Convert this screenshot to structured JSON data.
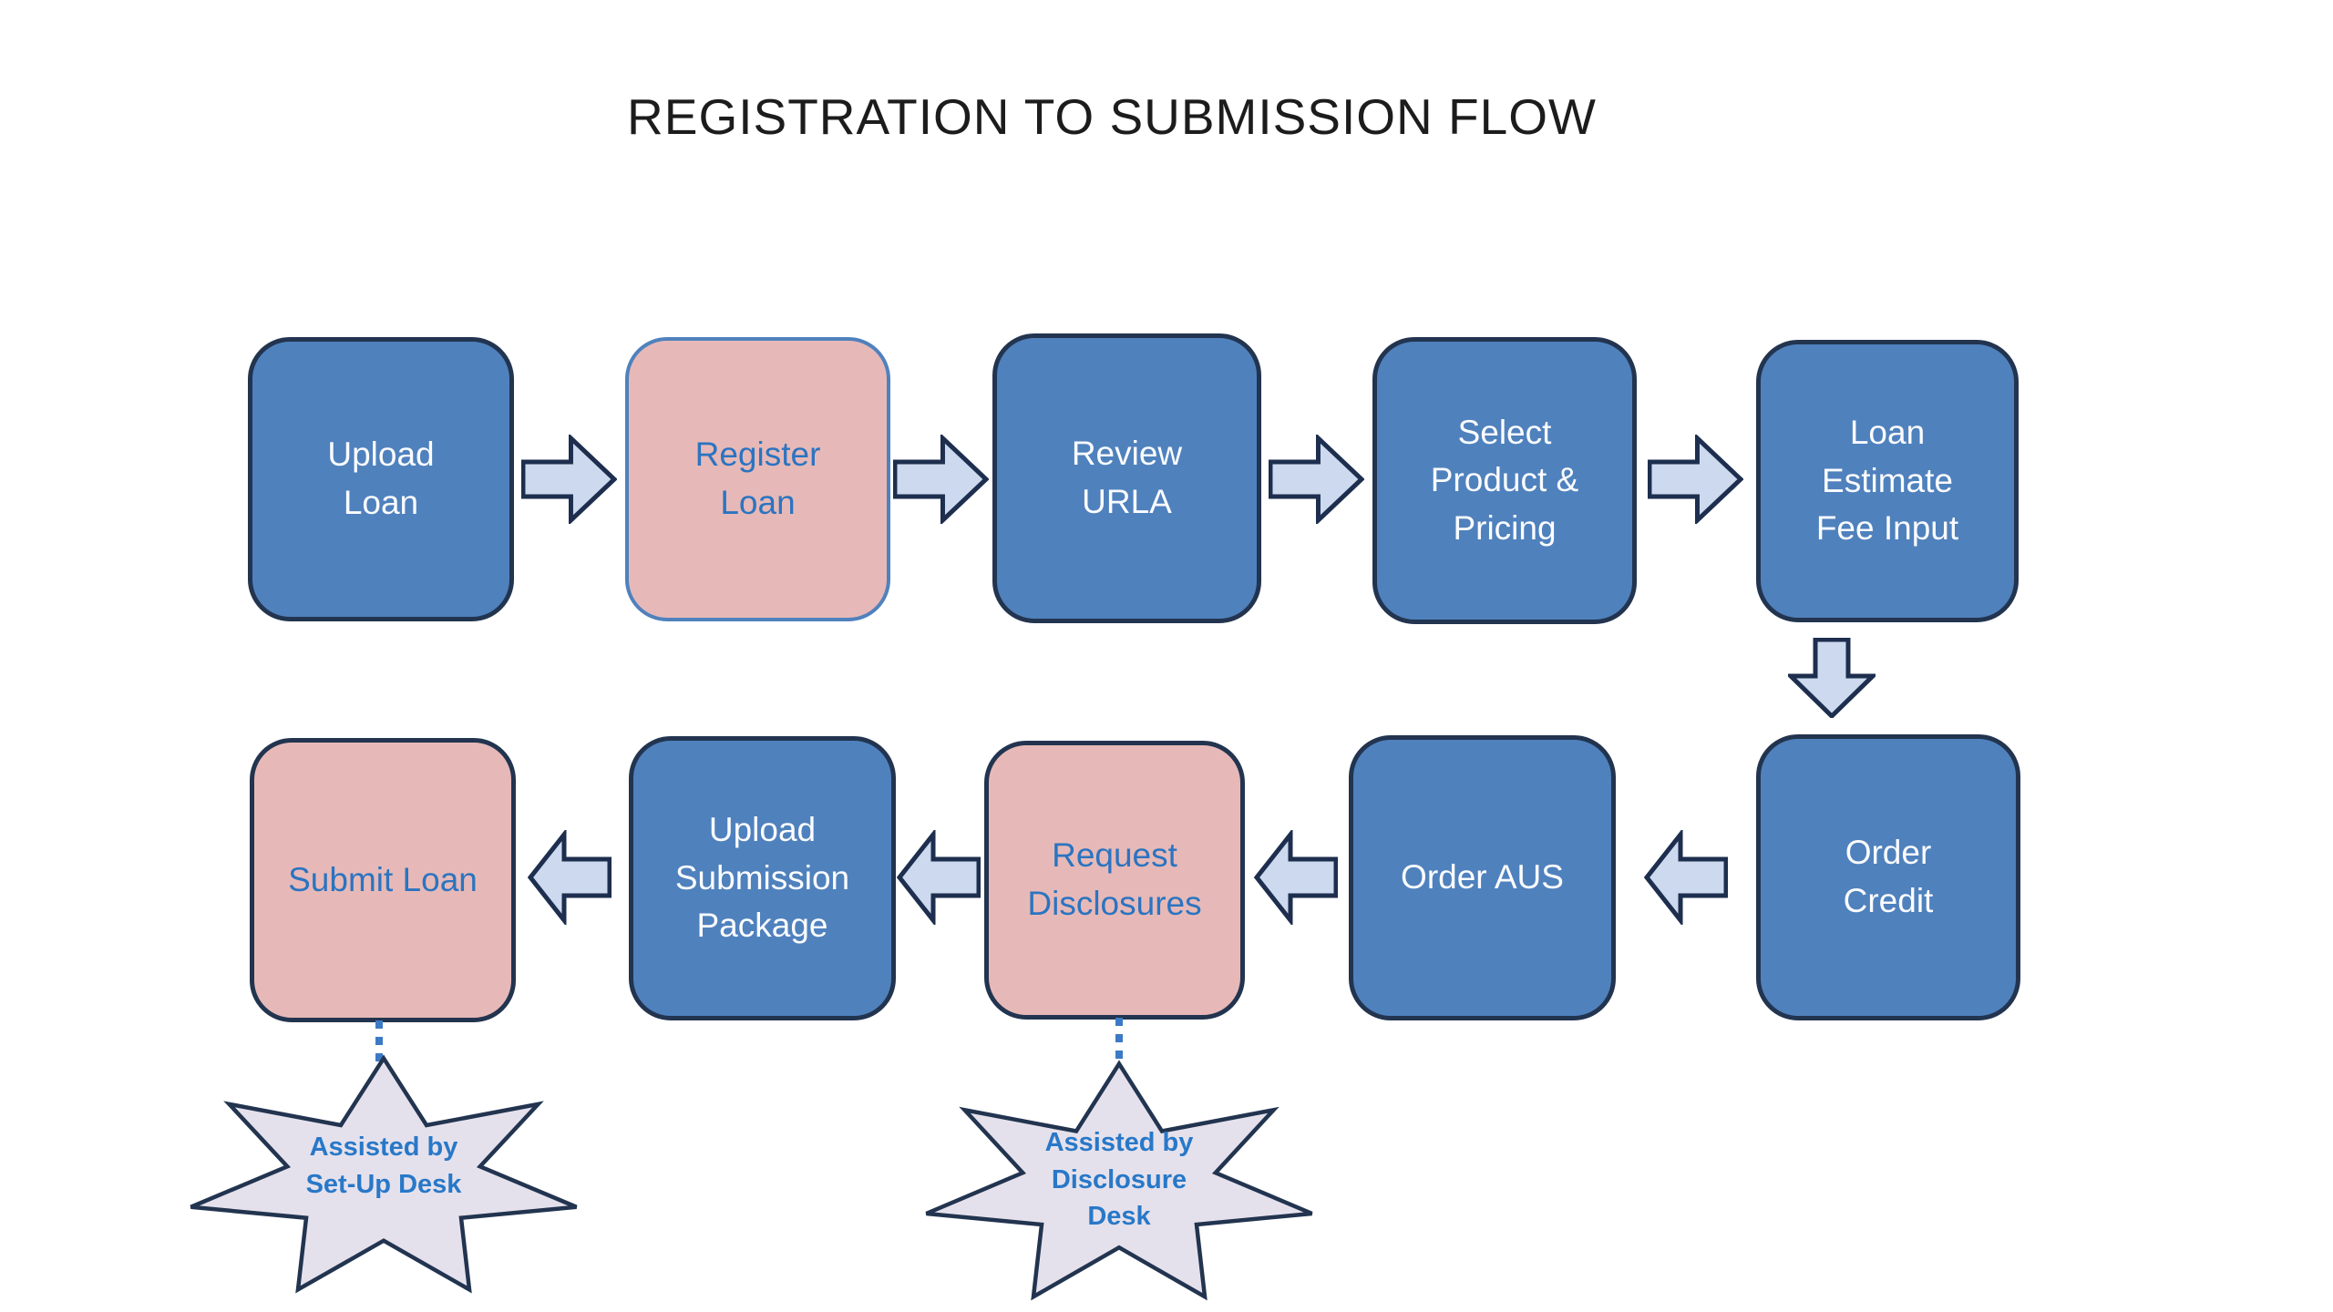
{
  "title": "REGISTRATION TO SUBMISSION FLOW",
  "diagram": {
    "row1": [
      {
        "id": "upload-loan",
        "label": "Upload\nLoan",
        "style": "blue"
      },
      {
        "id": "register-loan",
        "label": "Register\nLoan",
        "style": "pink-with-blue-border"
      },
      {
        "id": "review-urla",
        "label": "Review\nURLA",
        "style": "blue"
      },
      {
        "id": "select-product-pricing",
        "label": "Select\nProduct &\nPricing",
        "style": "blue"
      },
      {
        "id": "loan-estimate-fee-input",
        "label": "Loan\nEstimate\nFee Input",
        "style": "blue"
      }
    ],
    "row2": [
      {
        "id": "order-credit",
        "label": "Order\nCredit",
        "style": "blue"
      },
      {
        "id": "order-aus",
        "label": "Order AUS",
        "style": "blue"
      },
      {
        "id": "request-disclosures",
        "label": "Request\nDisclosures",
        "style": "pink"
      },
      {
        "id": "upload-submission-package",
        "label": "Upload\nSubmission\nPackage",
        "style": "blue"
      },
      {
        "id": "submit-loan",
        "label": "Submit Loan",
        "style": "pink"
      }
    ],
    "callouts": [
      {
        "id": "setup-desk-callout",
        "label": "Assisted by\nSet-Up Desk",
        "attached_to": "submit-loan"
      },
      {
        "id": "disclosure-desk-callout",
        "label": "Assisted by\nDisclosure\nDesk",
        "attached_to": "request-disclosures"
      }
    ],
    "edges": [
      {
        "from": "upload-loan",
        "to": "register-loan",
        "type": "block-arrow-right"
      },
      {
        "from": "register-loan",
        "to": "review-urla",
        "type": "block-arrow-right"
      },
      {
        "from": "review-urla",
        "to": "select-product-pricing",
        "type": "block-arrow-right"
      },
      {
        "from": "select-product-pricing",
        "to": "loan-estimate-fee-input",
        "type": "block-arrow-right"
      },
      {
        "from": "loan-estimate-fee-input",
        "to": "order-credit",
        "type": "block-arrow-down"
      },
      {
        "from": "order-credit",
        "to": "order-aus",
        "type": "block-arrow-left"
      },
      {
        "from": "order-aus",
        "to": "request-disclosures",
        "type": "block-arrow-left"
      },
      {
        "from": "request-disclosures",
        "to": "upload-submission-package",
        "type": "block-arrow-left"
      },
      {
        "from": "upload-submission-package",
        "to": "submit-loan",
        "type": "block-arrow-left"
      },
      {
        "from": "submit-loan",
        "to": "setup-desk-callout",
        "type": "dotted-line"
      },
      {
        "from": "request-disclosures",
        "to": "disclosure-desk-callout",
        "type": "dotted-line"
      }
    ]
  },
  "colors": {
    "background": "#ffffff",
    "title_text": "#1c1c1c",
    "node_blue_fill": "#4f81bd",
    "node_pink_fill": "#e6b9b8",
    "node_border_dark": "#22344f",
    "node_border_blue": "#4f81bd",
    "node_text_white": "#fbfcfe",
    "node_text_blue": "#2b74c0",
    "arrow_fill": "#cdd9ee",
    "arrow_border": "#1d2e4e",
    "callout_fill": "#e5e1ec",
    "callout_border": "#22344f",
    "callout_text": "#2878c8",
    "dotted_connector": "#3d7ac5"
  }
}
